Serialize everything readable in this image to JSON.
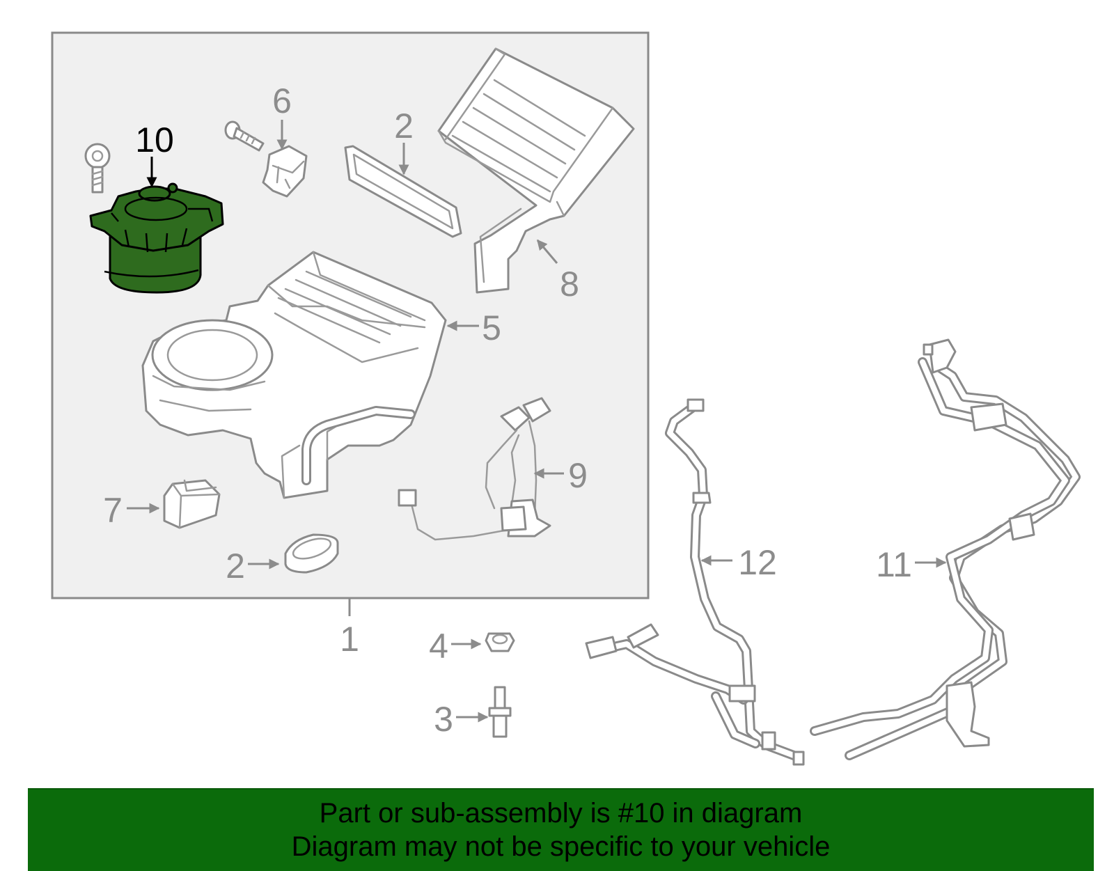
{
  "callouts": {
    "c10": "10",
    "c6": "6",
    "c2_top": "2",
    "c8": "8",
    "c5": "5",
    "c9": "9",
    "c7": "7",
    "c2_bottom": "2",
    "c1": "1",
    "c4": "4",
    "c3": "3",
    "c12": "12",
    "c11": "11"
  },
  "highlighted_part": "10",
  "colors": {
    "highlight_fill": "#2e6b1e",
    "banner_background": "#0b6b0b",
    "line_art": "#8a8a8a",
    "callout_text": "#8c8c8c"
  },
  "banner": {
    "line1": "Part or sub-assembly is #10 in diagram",
    "line2": "Diagram may not be specific to your vehicle"
  }
}
